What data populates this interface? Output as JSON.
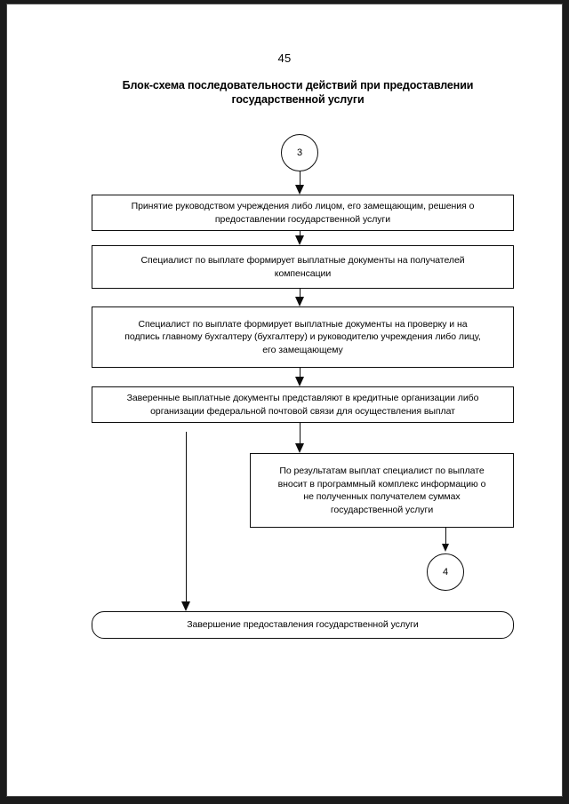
{
  "page": {
    "number": "45",
    "title": "Блок-схема последовательности действий при предоставлении\nгосударственной услуги"
  },
  "flowchart": {
    "type": "flowchart",
    "orientation": "top-to-bottom",
    "connectors": {
      "entry": {
        "label": "3"
      },
      "exit": {
        "label": "4"
      }
    },
    "nodes": [
      {
        "id": "node-1",
        "shape": "rectangle",
        "text": "Принятие руководством учреждения либо лицом, его замещающим, решения о\nпредоставлении государственной услуги"
      },
      {
        "id": "node-2",
        "shape": "rectangle",
        "text": "Специалист по выплате формирует выплатные документы на получателей\nкомпенсации"
      },
      {
        "id": "node-3",
        "shape": "rectangle",
        "text": "Специалист по выплате формирует выплатные документы на проверку и на\nподпись главному бухгалтеру (бухгалтеру) и руководителю учреждения либо лицу,\nего замещающему"
      },
      {
        "id": "node-4",
        "shape": "rectangle",
        "text": "Заверенные выплатные документы представляют в кредитные организации либо\nорганизации федеральной почтовой связи для осуществления выплат"
      },
      {
        "id": "node-5",
        "shape": "rectangle",
        "text": "По результатам выплат специалист по выплате\nвносит в программный комплекс информацию о\nне полученных получателем суммах\nгосударственной услуги"
      },
      {
        "id": "node-6",
        "shape": "rounded-rectangle",
        "text": "Завершение предоставления государственной услуги"
      }
    ],
    "edges": [
      {
        "from": "entry",
        "to": "node-1"
      },
      {
        "from": "node-1",
        "to": "node-2"
      },
      {
        "from": "node-2",
        "to": "node-3"
      },
      {
        "from": "node-3",
        "to": "node-4"
      },
      {
        "from": "node-4",
        "to": "node-5"
      },
      {
        "from": "node-4",
        "to": "node-6"
      },
      {
        "from": "node-5",
        "to": "exit"
      }
    ],
    "colors": {
      "stroke": "#0d0d0d",
      "fill": "#ffffff",
      "text": "#000000"
    }
  }
}
